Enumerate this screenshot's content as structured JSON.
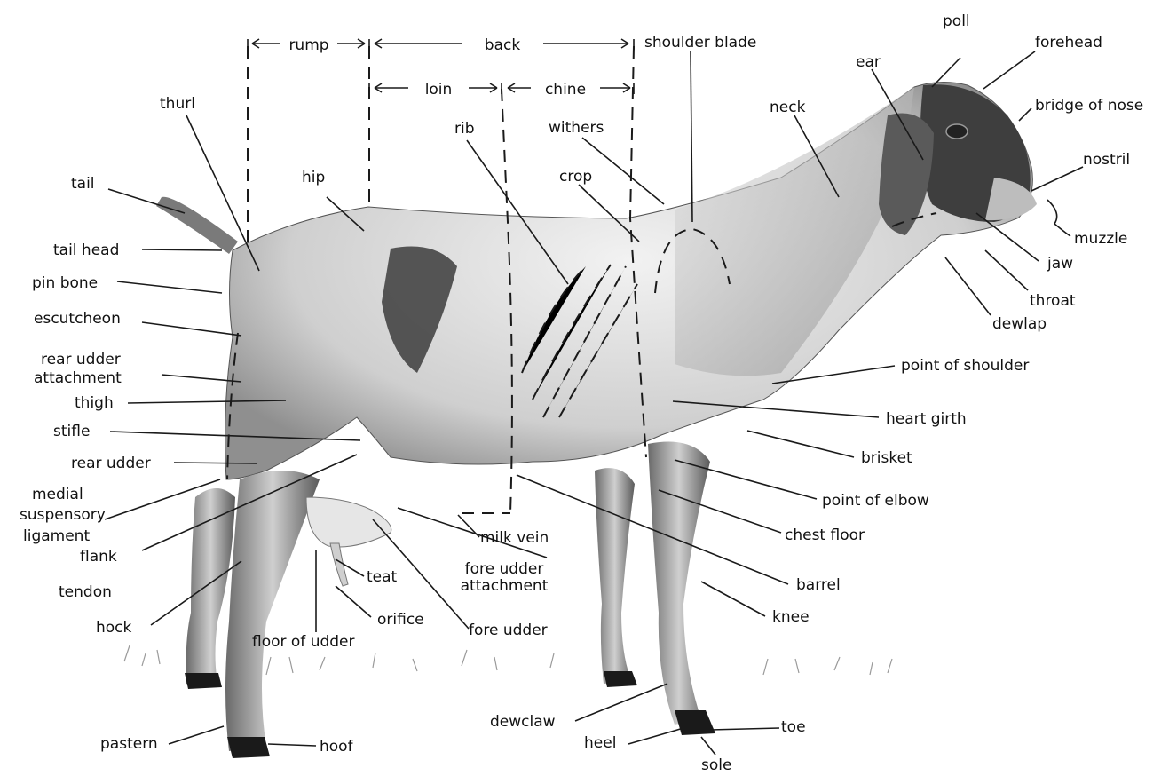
{
  "diagram": {
    "regions": {
      "rump": "rump",
      "back": "back",
      "loin": "loin",
      "chine": "chine"
    },
    "labels": {
      "shoulder_blade": "shoulder blade",
      "poll": "poll",
      "forehead": "forehead",
      "ear": "ear",
      "bridge_of_nose": "bridge of nose",
      "neck": "neck",
      "thurl": "thurl",
      "rib": "rib",
      "withers": "withers",
      "nostril": "nostril",
      "crop": "crop",
      "hip": "hip",
      "tail": "tail",
      "muzzle": "muzzle",
      "tail_head": "tail head",
      "jaw": "jaw",
      "pin_bone": "pin bone",
      "throat": "throat",
      "escutcheon": "escutcheon",
      "dewlap": "dewlap",
      "rear_udder_attachment_1": "rear udder",
      "rear_udder_attachment_2": "attachment",
      "point_of_shoulder": "point of shoulder",
      "thigh": "thigh",
      "heart_girth": "heart girth",
      "stifle": "stifle",
      "brisket": "brisket",
      "rear_udder": "rear udder",
      "medial_1": "medial",
      "medial_2": "suspensory",
      "medial_3": "ligament",
      "point_of_elbow": "point of elbow",
      "milk_vein": "milk vein",
      "chest_floor": "chest floor",
      "flank": "flank",
      "fore_udder_attachment_1": "fore udder",
      "fore_udder_attachment_2": "attachment",
      "teat": "teat",
      "tendon": "tendon",
      "barrel": "barrel",
      "orifice": "orifice",
      "hock": "hock",
      "knee": "knee",
      "fore_udder": "fore udder",
      "floor_of_udder": "floor of udder",
      "dewclaw": "dewclaw",
      "toe": "toe",
      "heel": "heel",
      "pastern": "pastern",
      "hoof": "hoof",
      "sole": "sole"
    }
  },
  "colors": {
    "ink": "#111111",
    "body_light": "#d8d8d8",
    "body_mid": "#9a9a9a",
    "body_dark": "#3a3a3a"
  }
}
